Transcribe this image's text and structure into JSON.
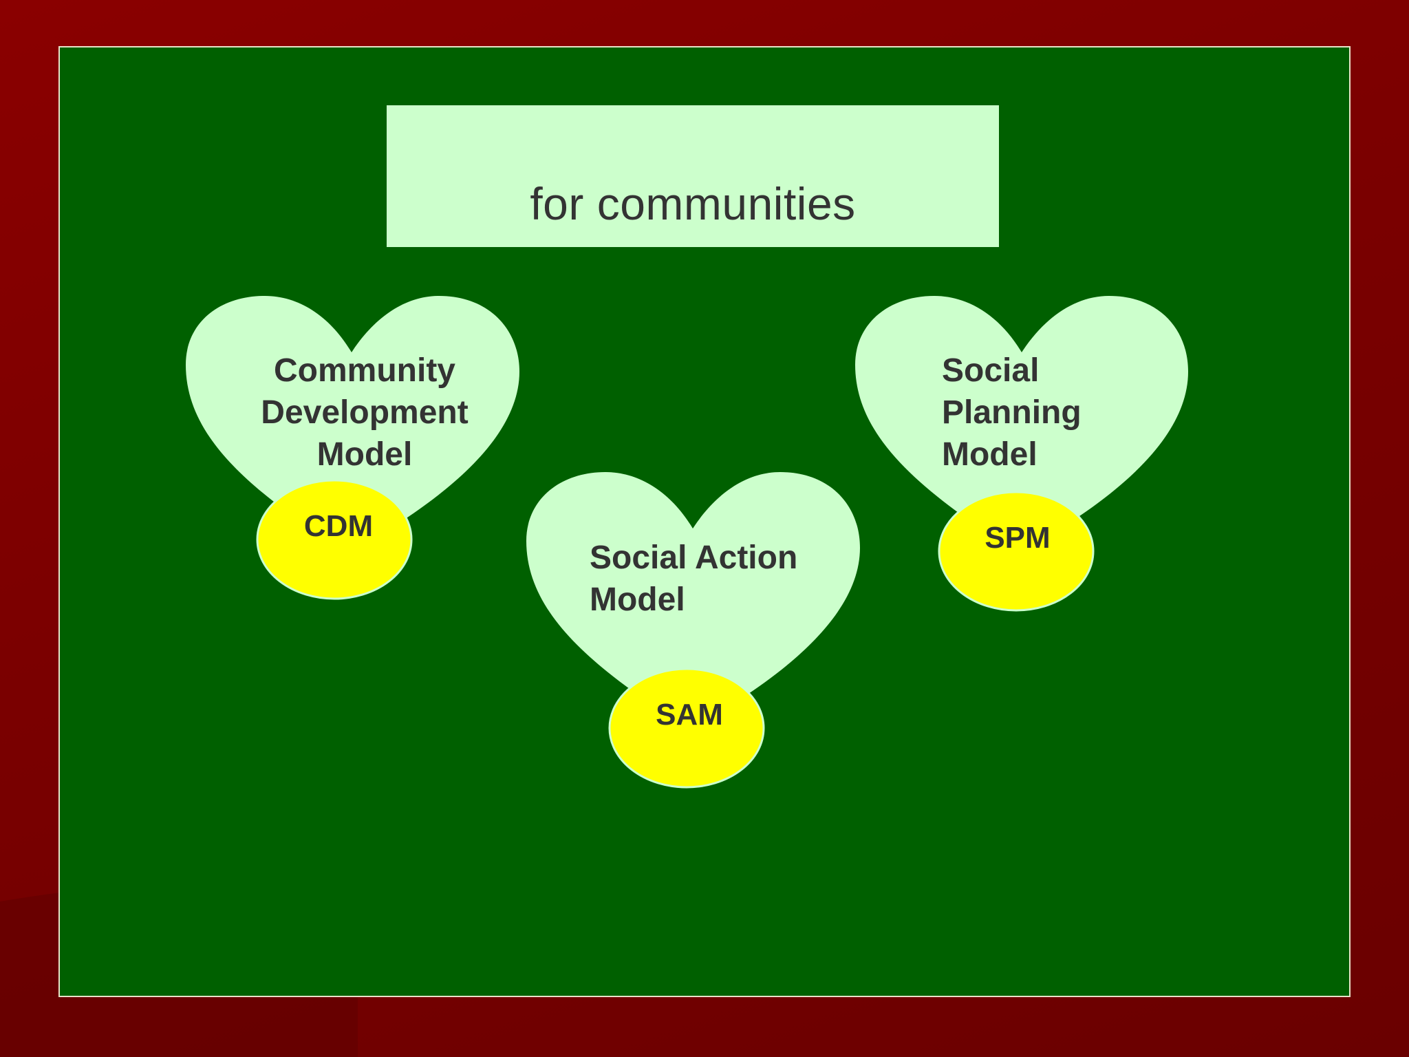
{
  "title": "for communities",
  "colors": {
    "background": "#7a0000",
    "panel": "#006000",
    "panel_border": "#e8e2c8",
    "heart_fill": "#ccffcc",
    "oval_fill": "#ffff00",
    "text": "#333333"
  },
  "models": [
    {
      "name": "Community\nDevelopment\nModel",
      "abbreviation": "CDM",
      "text_align": "center"
    },
    {
      "name": "Social Action\nModel",
      "abbreviation": "SAM",
      "text_align": "left"
    },
    {
      "name": "Social\nPlanning\nModel",
      "abbreviation": "SPM",
      "text_align": "left"
    }
  ]
}
